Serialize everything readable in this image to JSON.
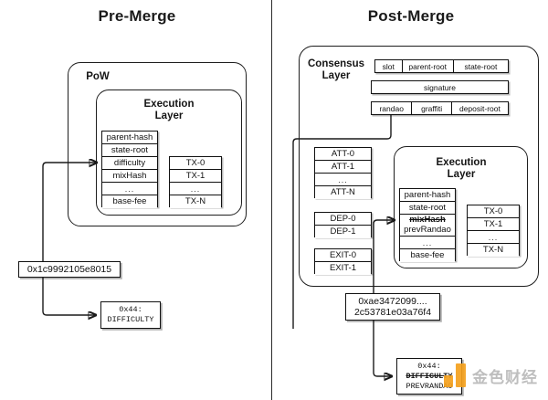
{
  "panels": {
    "left": {
      "title": "Pre-Merge"
    },
    "right": {
      "title": "Post-Merge"
    }
  },
  "pre_merge": {
    "pow_label": "PoW",
    "execution_label_line1": "Execution",
    "execution_label_line2": "Layer",
    "header_fields": [
      "parent-hash",
      "state-root",
      "difficulty",
      "mixHash",
      "...",
      "base-fee"
    ],
    "tx_fields": [
      "TX-0",
      "TX-1",
      "...",
      "TX-N"
    ],
    "value_box": "0x1c9992105e8015",
    "opcode_box": {
      "code": "0x44:",
      "name": "DIFFICULTY"
    }
  },
  "post_merge": {
    "consensus_label_line1": "Consensus",
    "consensus_label_line2": "Layer",
    "beacon_row_1": [
      "slot",
      "parent-root",
      "state-root"
    ],
    "beacon_row_2": [
      "signature"
    ],
    "beacon_row_3": [
      "randao",
      "graffiti",
      "deposit-root"
    ],
    "attestations": [
      "ATT-0",
      "ATT-1",
      "...",
      "ATT-N"
    ],
    "deposits": [
      "DEP-0",
      "DEP-1"
    ],
    "exits": [
      "EXIT-0",
      "EXIT-1"
    ],
    "execution_label_line1": "Execution",
    "execution_label_line2": "Layer",
    "header_fields": [
      "parent-hash",
      "state-root",
      "...",
      "base-fee"
    ],
    "randao_field": {
      "old": "mixHash",
      "new": "prevRandao"
    },
    "tx_fields": [
      "TX-0",
      "TX-1",
      "...",
      "TX-N"
    ],
    "value_box_line1": "0xae3472099....",
    "value_box_line2": "2c53781e03a76f4",
    "opcode_box": {
      "code": "0x44:",
      "old_name": "DIFFICULTY",
      "new_name": "PREVRANDAO"
    }
  },
  "watermark": {
    "text": "金色财经",
    "accent": "#F5A11E"
  },
  "colors": {
    "ink": "#1a1a1a",
    "paper": "#ffffff",
    "accent": "#F5A11E"
  }
}
